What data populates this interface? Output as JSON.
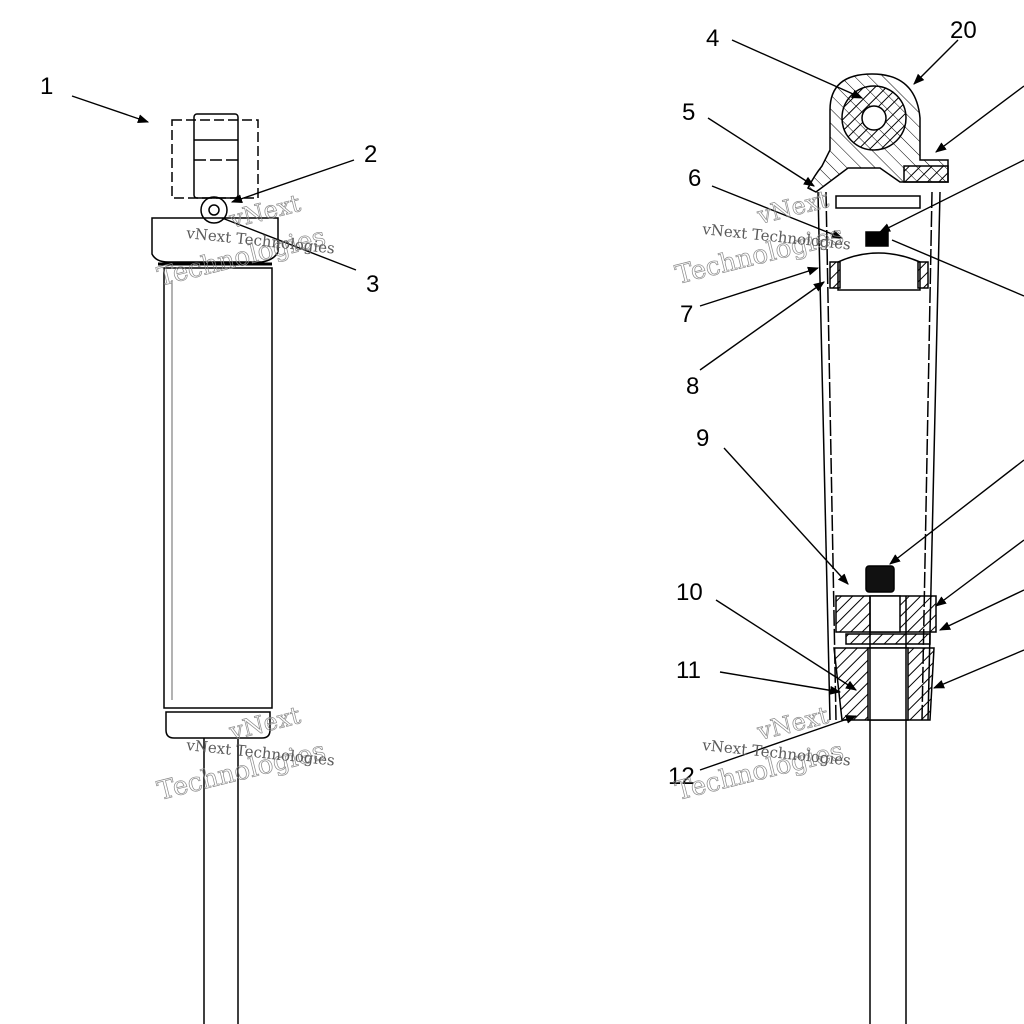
{
  "callouts": {
    "c1": "1",
    "c2": "2",
    "c3": "3",
    "c4": "4",
    "c5": "5",
    "c6": "6",
    "c7": "7",
    "c8": "8",
    "c9": "9",
    "c10": "10",
    "c11": "11",
    "c12": "12",
    "c20": "20"
  },
  "watermark": {
    "line1": "vNext",
    "line2": "Technologies",
    "small": "vNext Technologies"
  }
}
